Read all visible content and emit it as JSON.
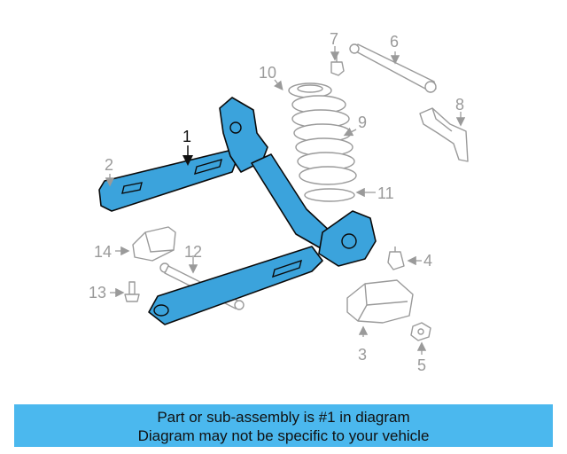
{
  "diagram": {
    "callouts": {
      "c1": "1",
      "c2": "2",
      "c3": "3",
      "c4": "4",
      "c5": "5",
      "c6": "6",
      "c7": "7",
      "c8": "8",
      "c9": "9",
      "c10": "10",
      "c11": "11",
      "c12": "12",
      "c13": "13",
      "c14": "14"
    },
    "highlight_color": "#3ba3dc"
  },
  "banner": {
    "line1": "Part or sub-assembly is #1 in diagram",
    "line2": "Diagram may not be specific to your vehicle",
    "background": "#4bb8ee"
  }
}
